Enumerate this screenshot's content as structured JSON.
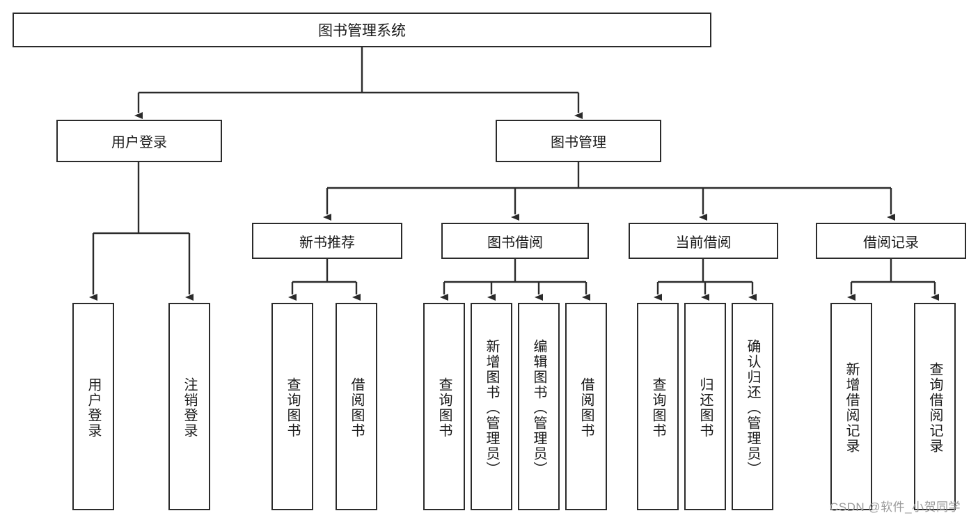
{
  "diagram": {
    "title": "图书管理系统",
    "type": "tree-hierarchy-chart",
    "orientation": "top-down",
    "colors": {
      "box_border": "#2b2b2b",
      "box_fill": "#ffffff",
      "edge": "#2b2b2b",
      "text": "#1a1a1a",
      "watermark": "#9a9a9a",
      "background": "#ffffff"
    }
  },
  "root": {
    "label": "图书管理系统"
  },
  "level1": [
    {
      "id": "user-login",
      "label": "用户登录"
    },
    {
      "id": "book-management",
      "label": "图书管理"
    }
  ],
  "level2": [
    {
      "id": "new-book-recommend",
      "label": "新书推荐",
      "parent": "book-management"
    },
    {
      "id": "book-borrow",
      "label": "图书借阅",
      "parent": "book-management"
    },
    {
      "id": "current-borrow",
      "label": "当前借阅",
      "parent": "book-management"
    },
    {
      "id": "borrow-record",
      "label": "借阅记录",
      "parent": "book-management"
    }
  ],
  "leaves": {
    "user_login": [
      {
        "id": "leaf-user-login",
        "label": "用户登录"
      },
      {
        "id": "leaf-logout",
        "label": "注销登录"
      }
    ],
    "new_book_recommend": [
      {
        "id": "leaf-query-book-1",
        "label": "查询图书"
      },
      {
        "id": "leaf-borrow-book-1",
        "label": "借阅图书"
      }
    ],
    "book_borrow": [
      {
        "id": "leaf-query-book-2",
        "label": "查询图书"
      },
      {
        "id": "leaf-add-book",
        "label": "新增图书（管理员）"
      },
      {
        "id": "leaf-edit-book",
        "label": "编辑图书（管理员）"
      },
      {
        "id": "leaf-borrow-book-2",
        "label": "借阅图书"
      }
    ],
    "current_borrow": [
      {
        "id": "leaf-query-book-3",
        "label": "查询图书"
      },
      {
        "id": "leaf-return-book",
        "label": "归还图书"
      },
      {
        "id": "leaf-confirm-return",
        "label": "确认归还（管理员）"
      }
    ],
    "borrow_record": [
      {
        "id": "leaf-add-record",
        "label": "新增借阅记录"
      },
      {
        "id": "leaf-query-record",
        "label": "查询借阅记录"
      }
    ]
  },
  "watermark": {
    "text": "CSDN @软件_小贺同学"
  }
}
